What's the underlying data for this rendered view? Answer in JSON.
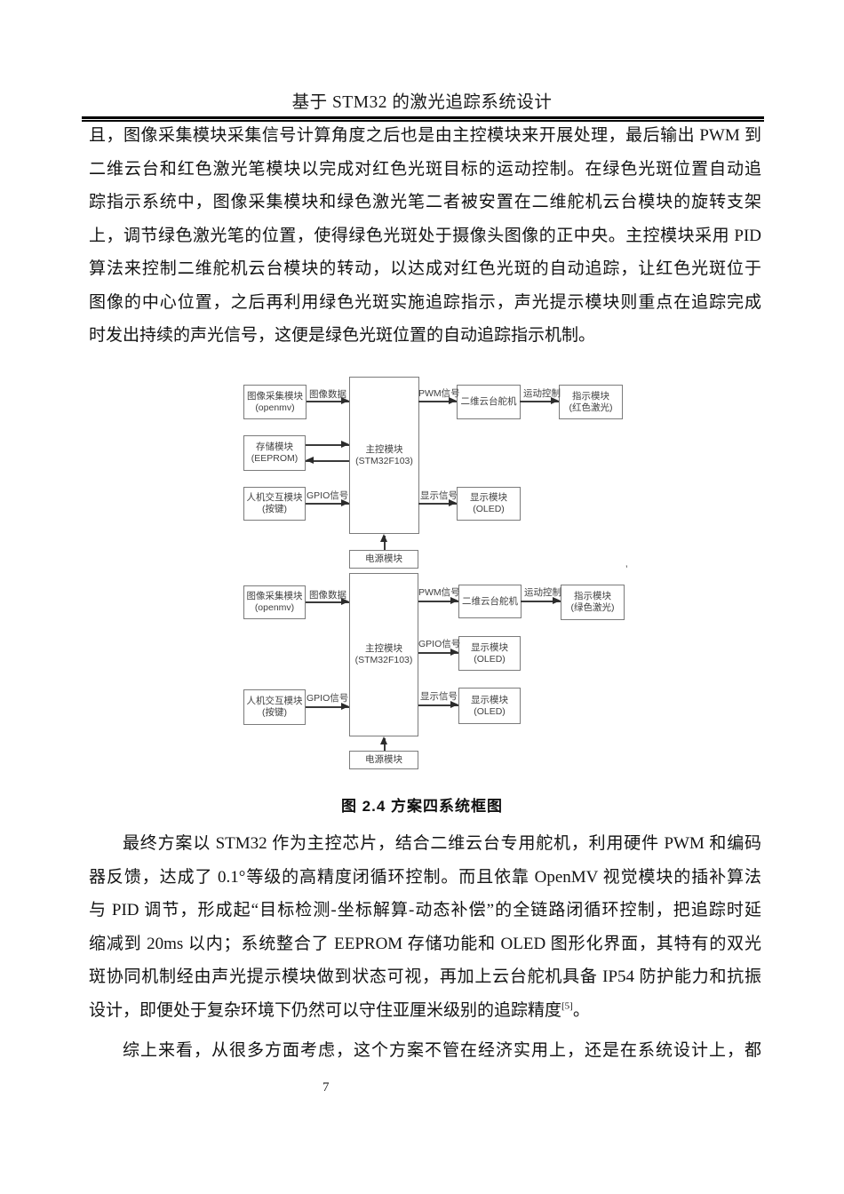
{
  "page": {
    "header_title": "基于 STM32 的激光追踪系统设计",
    "page_number": "7",
    "stray_mark": "’"
  },
  "colors": {
    "body_text": "#141414",
    "diagram_box_border": "#7b7b7b",
    "diagram_text": "#404040",
    "arrow": "#2b2b2b",
    "header_rule": "#000000"
  },
  "paragraph1": {
    "lines": [
      "且，图像采集模块采集信号计算角度之后也是由主控模块来开展处理，最后输出 PWM 到",
      "二维云台和红色激光笔模块以完成对红色光斑目标的运动控制。在绿色光斑位置自动追",
      "踪指示系统中，图像采集模块和绿色激光笔二者被安置在二维舵机云台模块的旋转支架",
      "上，调节绿色激光笔的位置，使得绿色光斑处于摄像头图像的正中央。主控模块采用 PID",
      "算法来控制二维舵机云台模块的转动，以达成对红色光斑的自动追踪，让红色光斑位于",
      "图像的中心位置，之后再利用绿色光斑实施追踪指示，声光提示模块则重点在追踪完成",
      "时发出持续的声光信号，这便是绿色光斑位置的自动追踪指示机制。"
    ]
  },
  "figure": {
    "caption": "图 2.4 方案四系统框图",
    "top": {
      "capture": {
        "line1": "图像采集模块",
        "line2": "(openmv)"
      },
      "storage": {
        "line1": "存储模块",
        "line2": "(EEPROM)"
      },
      "hmi": {
        "line1": "人机交互模块",
        "line2": "(按键)"
      },
      "main": {
        "line1": "主控模块",
        "line2": "(STM32F103)"
      },
      "power": "电源模块",
      "servo": "二维云台舵机",
      "indicator": {
        "line1": "指示模块",
        "line2": "(红色激光)"
      },
      "display": {
        "line1": "显示模块",
        "line2": "(OLED)"
      },
      "labels": {
        "image_data": "图像数据",
        "gpio": "GPIO信号",
        "pwm": "PWM信号",
        "motion": "运动控制",
        "display_sig": "显示信号"
      }
    },
    "bottom": {
      "capture": {
        "line1": "图像采集模块",
        "line2": "(openmv)"
      },
      "hmi": {
        "line1": "人机交互模块",
        "line2": "(按键)"
      },
      "main": {
        "line1": "主控模块",
        "line2": "(STM32F103)"
      },
      "power": "电源模块",
      "servo": "二维云台舵机",
      "indicator": {
        "line1": "指示模块",
        "line2": "(绿色激光)"
      },
      "display1": {
        "line1": "显示模块",
        "line2": "(OLED)"
      },
      "display2": {
        "line1": "显示模块",
        "line2": "(OLED)"
      },
      "labels": {
        "image_data": "图像数据",
        "pwm": "PWM信号",
        "motion": "运动控制",
        "gpio_display": "GPIO信号",
        "display_sig": "显示信号",
        "gpio_hmi": "GPIO信号"
      }
    }
  },
  "paragraph2": {
    "lines": [
      "最终方案以 STM32 作为主控芯片，结合二维云台专用舵机，利用硬件 PWM 和编码",
      "器反馈，达成了 0.1°等级的高精度闭循环控制。而且依靠 OpenMV 视觉模块的插补算法",
      "与 PID 调节，形成起“目标检测-坐标解算-动态补偿”的全链路闭循环控制，把追踪时延",
      "缩减到 20ms 以内；系统整合了 EEPROM 存储功能和 OLED 图形化界面，其特有的双光",
      "斑协同机制经由声光提示模块做到状态可视，再加上云台舵机具备 IP54 防护能力和抗振"
    ],
    "line6_pre": "设计，即便处于复杂环境下仍然可以守住亚厘米级别的追踪精度",
    "line6_sup": "[5]",
    "line6_post": "。"
  },
  "paragraph3": {
    "lines": [
      "综上来看，从很多方面考虑，这个方案不管在经济实用上，还是在系统设计上，都"
    ]
  }
}
